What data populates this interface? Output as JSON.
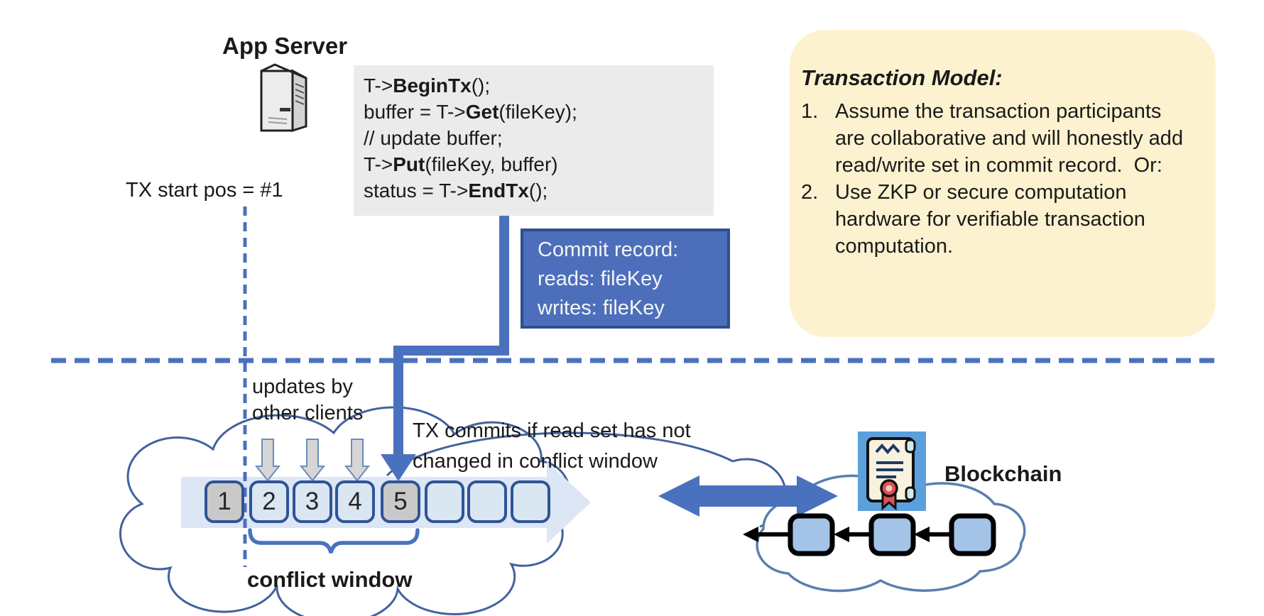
{
  "app_server": {
    "title": "App Server"
  },
  "code_block": {
    "lines": [
      [
        {
          "t": "T->"
        },
        {
          "t": "BeginTx",
          "b": 1
        },
        {
          "t": "();"
        }
      ],
      [
        {
          "t": "buffer = T->"
        },
        {
          "t": "Get",
          "b": 1
        },
        {
          "t": "(fileKey);"
        }
      ],
      [
        {
          "t": "// update buffer;"
        }
      ],
      [
        {
          "t": "T->"
        },
        {
          "t": "Put",
          "b": 1
        },
        {
          "t": "(fileKey, buffer)"
        }
      ],
      [
        {
          "t": "status = T->"
        },
        {
          "t": "EndTx",
          "b": 1
        },
        {
          "t": "();"
        }
      ]
    ]
  },
  "tx_start": {
    "label": "TX start pos = #1"
  },
  "commit_record": {
    "lines": [
      "Commit record:",
      "reads: fileKey",
      "writes: fileKey"
    ]
  },
  "transaction_model": {
    "title": "Transaction Model:",
    "items": [
      {
        "num": "1.",
        "text": "Assume the transaction participants are collaborative and will honestly add read/write set in commit record.  Or:"
      },
      {
        "num": "2.",
        "text": "Use ZKP or secure computation hardware for verifiable transaction computation."
      }
    ]
  },
  "timeline": {
    "updates_label": "updates by other clients",
    "commit_note_lines": [
      "TX commits if read set has not",
      "changed in conflict window"
    ],
    "conflict_window_label": "conflict window",
    "boxes": [
      {
        "label": "1",
        "variant": "gray"
      },
      {
        "label": "2",
        "variant": "blue"
      },
      {
        "label": "3",
        "variant": "blue"
      },
      {
        "label": "4",
        "variant": "blue"
      },
      {
        "label": "5",
        "variant": "gray"
      },
      {
        "label": "",
        "variant": "blue"
      },
      {
        "label": "",
        "variant": "blue"
      },
      {
        "label": "",
        "variant": "blue"
      }
    ]
  },
  "blockchain": {
    "label": "Blockchain",
    "block_count": 3
  },
  "colors": {
    "accent_blue": "#4a71bd",
    "box_border": "#2f5496",
    "light_blue_fill": "#dbe6f3",
    "gray_fill": "#c9c9c9",
    "band": "#dce6f5",
    "yellow": "#fdf2cf",
    "code_bg": "#ebebeb",
    "commit_fill": "#4d6fbb",
    "commit_border": "#2e4e8e",
    "cloud_stroke": "#41629f",
    "block_fill": "#a3c4e6",
    "cert_bg": "#5ba0dc"
  }
}
